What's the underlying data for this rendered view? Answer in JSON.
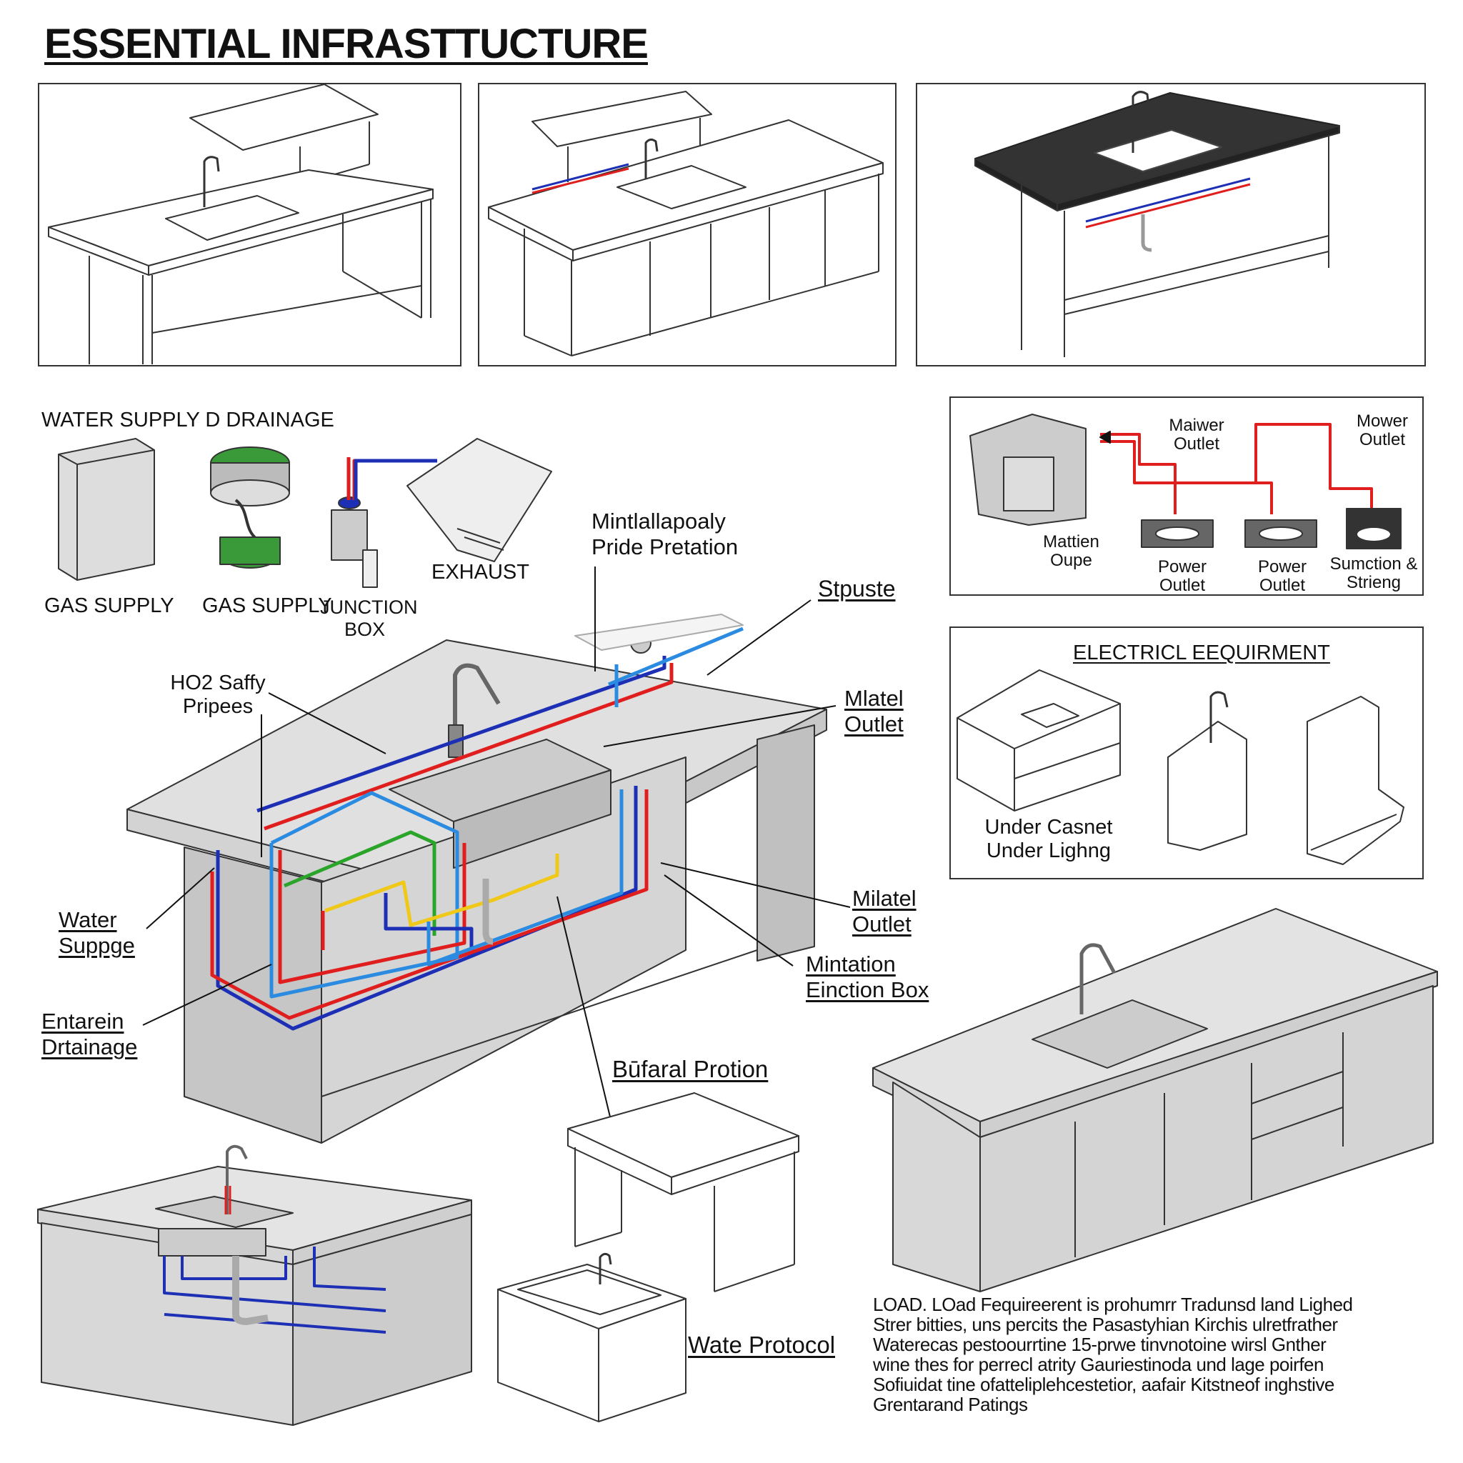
{
  "title": "ESSENTIAL INFRASTTUCTURE",
  "water_section": {
    "heading": "WATER SUPPLY D DRAINAGE",
    "items": [
      "GAS SUPPLY",
      "GAS SUPPLY",
      "JUNCTION BOX",
      "EXHAUST"
    ]
  },
  "callouts": {
    "top_center": "Mintlallapoaly Pride Pretation",
    "stpuste": "Stpuste",
    "hot_safety": "HO2 Saffy Pripees",
    "mlatel_outlet": "Mlatel Outlet",
    "water_suppge": "Water Suppge",
    "milatel_outlet": "Milatel Outlet",
    "mintation_box": "Mintation Einction Box",
    "entarein": "Entarein Drtainage",
    "bufaral": "Būfaral Protion",
    "wate_protocol": "Wate Protocol"
  },
  "outlet_panel": {
    "labels": [
      "Maiwer Outlet",
      "Mower Outlet",
      "Mattien Oupe",
      "Power Outlet",
      "Power Outlet",
      "Sumction & Strieng"
    ],
    "colors": {
      "line": "#e01e1e",
      "box": "#444444"
    }
  },
  "electric_panel": {
    "heading": "ELECTRICL EEQUIRMENT",
    "caption": "Under Casnet Under Lighng"
  },
  "load_text": [
    "LOAD. LOad Fequireerent is prohumrr Tradunsd land Lighed",
    "Strer bitties, uns percits the Pasastyhian Kirchis ulretfrather",
    "Waterecas pestoourrtine 15-prwe tinvnotoine wirsl Gnther",
    "wine thes for perrecl atrity Gauriestinoda und lage poirfen",
    "Sofiuidat tine ofatteliplehcestetior, aafair Kitstneof inghstive",
    "Grentarand Patings"
  ],
  "colors": {
    "hot": "#e01e1e",
    "cold": "#1c2fb5",
    "light_blue": "#2a8be0",
    "green": "#2aa52a",
    "yellow": "#f0c818"
  }
}
